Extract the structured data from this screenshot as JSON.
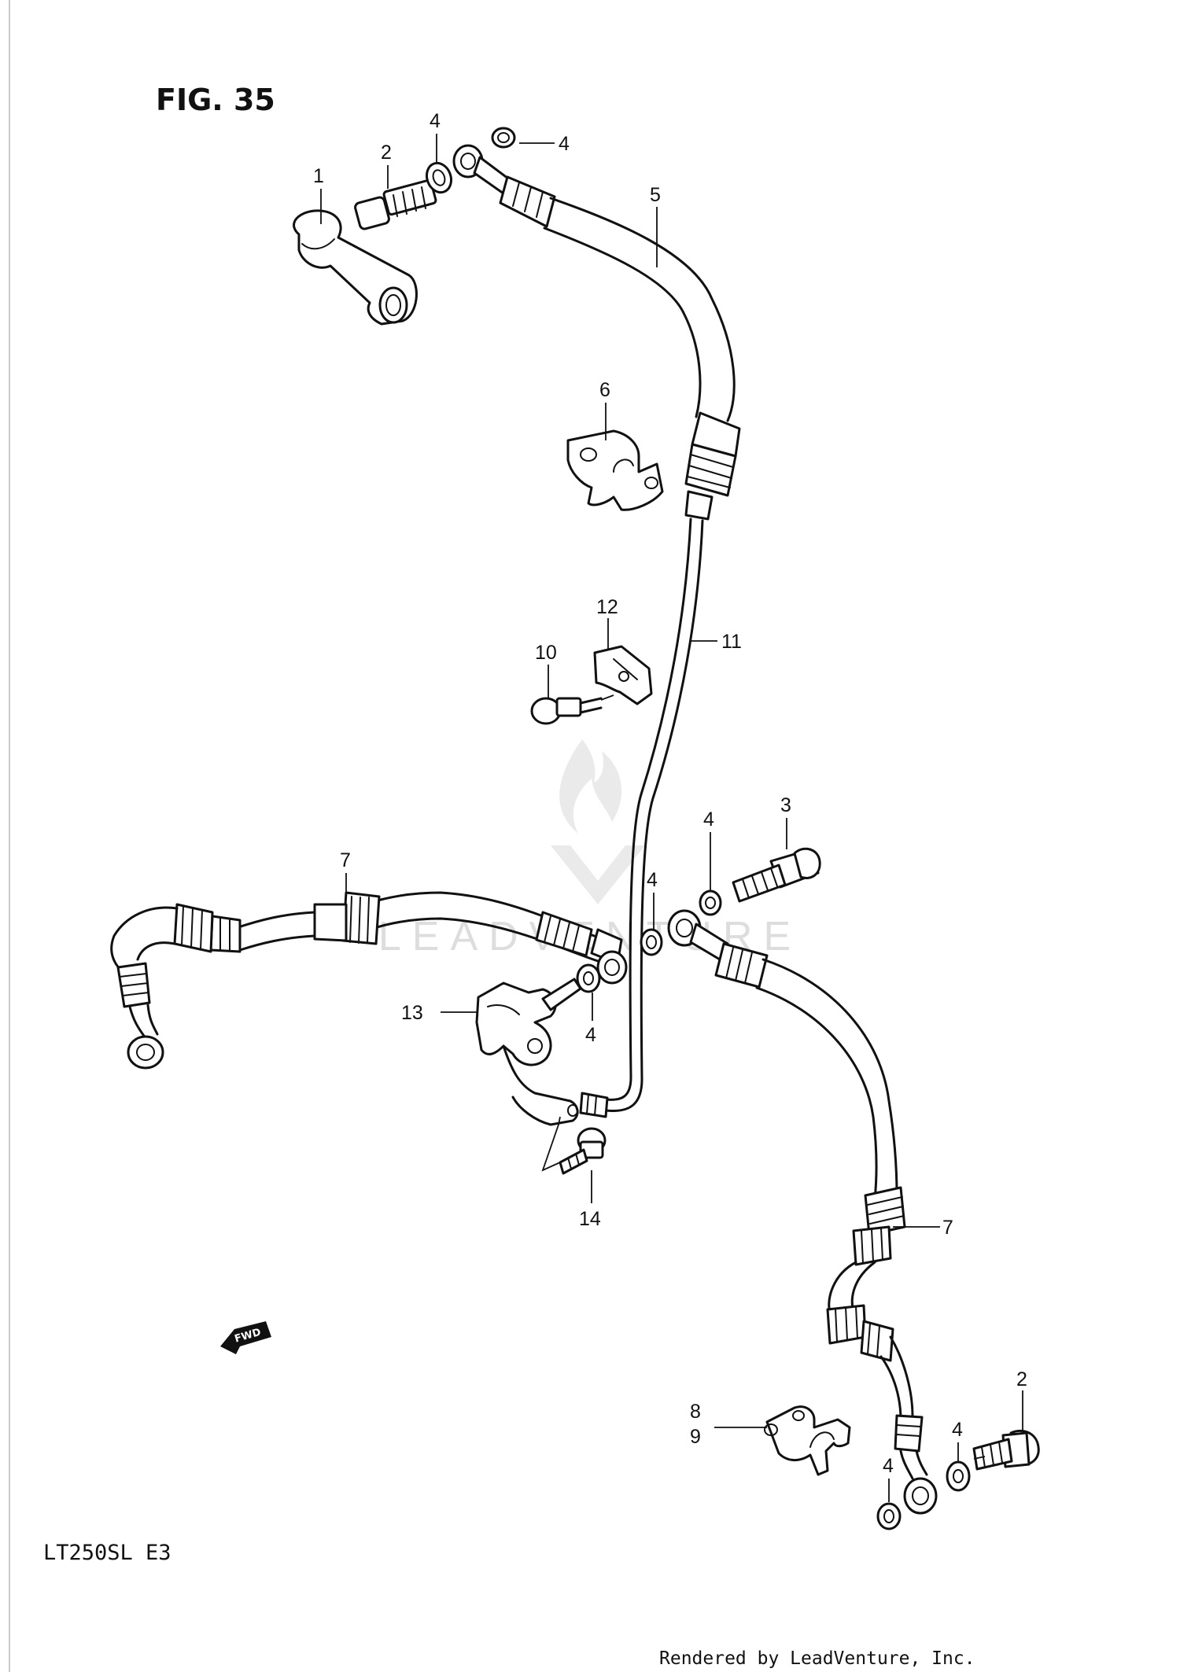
{
  "figure": {
    "title": "FIG. 35",
    "model": "LT250SL  E3"
  },
  "direction_badge": "FWD",
  "watermark": {
    "text": "LEADVENTURE"
  },
  "footer": {
    "credit": "Rendered by LeadVenture, Inc."
  },
  "callouts": {
    "c1": "1",
    "c2a": "2",
    "c2b": "2",
    "c3": "3",
    "c4a": "4",
    "c4b": "4",
    "c4c": "4",
    "c4d": "4",
    "c4e": "4",
    "c4f": "4",
    "c4g": "4",
    "c5": "5",
    "c6": "6",
    "c7a": "7",
    "c7b": "7",
    "c8": "8",
    "c9": "9",
    "c10": "10",
    "c11": "11",
    "c12": "12",
    "c13": "13",
    "c14": "14"
  }
}
